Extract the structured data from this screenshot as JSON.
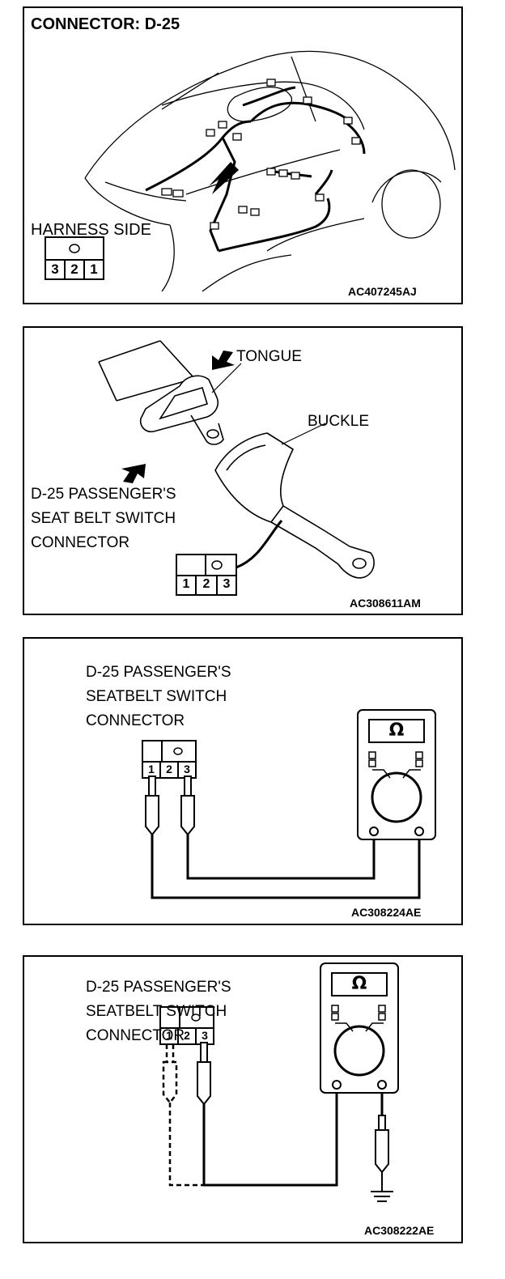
{
  "panel1": {
    "title": "CONNECTOR: D-25",
    "harness_label": "HARNESS SIDE",
    "pins": [
      "3",
      "2",
      "1"
    ],
    "code": "AC407245AJ"
  },
  "panel2": {
    "tongue_label": "TONGUE",
    "buckle_label": "BUCKLE",
    "connector_label": [
      "D-25 PASSENGER'S",
      "SEAT BELT SWITCH",
      "CONNECTOR"
    ],
    "pins": [
      "1",
      "2",
      "3"
    ],
    "code": "AC308611AM"
  },
  "panel3": {
    "connector_label": [
      "D-25 PASSENGER'S",
      "SEATBELT SWITCH",
      "CONNECTOR"
    ],
    "pins": [
      "1",
      "2",
      "3"
    ],
    "meter_symbol": "Ω",
    "code": "AC308224AE"
  },
  "panel4": {
    "connector_label": [
      "D-25 PASSENGER'S",
      "SEATBELT SWITCH",
      "CONNECTOR"
    ],
    "pins": [
      "1",
      "2",
      "3"
    ],
    "meter_symbol": "Ω",
    "code": "AC308222AE"
  }
}
